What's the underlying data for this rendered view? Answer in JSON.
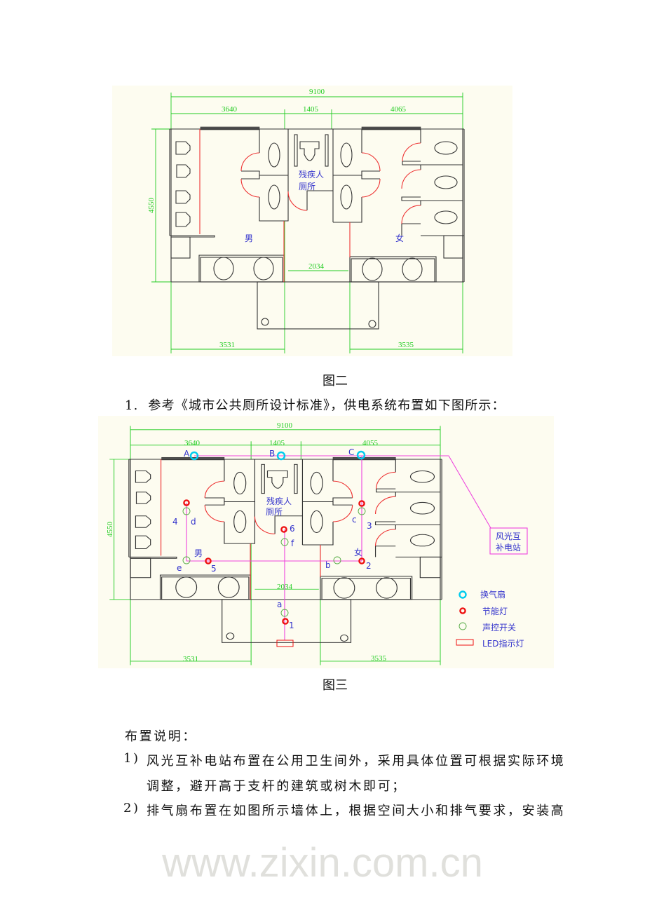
{
  "colors": {
    "plan_bg": "#fdfcf0",
    "wall": "#333333",
    "dimension": "#22cc22",
    "door": "#ee3333",
    "label": "#3333cc",
    "wiring": "#ee44dd",
    "fan": "#00ccee",
    "lamp": "#ee1111",
    "switch": "#55aa44"
  },
  "figure2": {
    "caption": "图二",
    "dims": {
      "total": "9100",
      "left": "3640",
      "middle": "1405",
      "right": "4065",
      "height": "4550",
      "gap": "2034",
      "bottom_left": "3531",
      "bottom_right": "3535"
    },
    "labels": {
      "disabled_1": "残疾人",
      "disabled_2": "厕所",
      "men": "男",
      "women": "女"
    }
  },
  "intro": "1.  参考《城市公共厕所设计标准》，供电系统布置如下图所示：",
  "figure3": {
    "caption": "图三",
    "watermark": "www.zixin.com.cn",
    "dims": {
      "total": "9100",
      "left": "3640",
      "middle": "1405",
      "right": "4055",
      "height": "4550",
      "gap": "2034",
      "bottom_left": "3531",
      "bottom_right": "3535"
    },
    "labels": {
      "disabled_1": "残疾人",
      "disabled_2": "厕所",
      "men": "男",
      "women": "女",
      "station_1": "风光互",
      "station_2": "补电站"
    },
    "fans": [
      "A",
      "B",
      "C"
    ],
    "lamps": [
      "1",
      "2",
      "3",
      "4",
      "5",
      "6"
    ],
    "switches": [
      "a",
      "b",
      "c",
      "d",
      "e",
      "f"
    ],
    "legend": [
      {
        "icon": "fan-icon",
        "label": "换气扇"
      },
      {
        "icon": "lamp-icon",
        "label": "节能灯"
      },
      {
        "icon": "switch-icon",
        "label": "声控开关"
      },
      {
        "icon": "led-indicator-icon",
        "label": "LED指示灯"
      }
    ]
  },
  "notes": {
    "heading": "布置说明：",
    "items": [
      {
        "num": "1)",
        "line1": "风光互补电站布置在公用卫生间外，采用具体位置可根据实际环境",
        "line2": "调整，避开高于支杆的建筑或树木即可；"
      },
      {
        "num": "2)",
        "line1": "排气扇布置在如图所示墙体上，根据空间大小和排气要求，安装高"
      }
    ]
  }
}
